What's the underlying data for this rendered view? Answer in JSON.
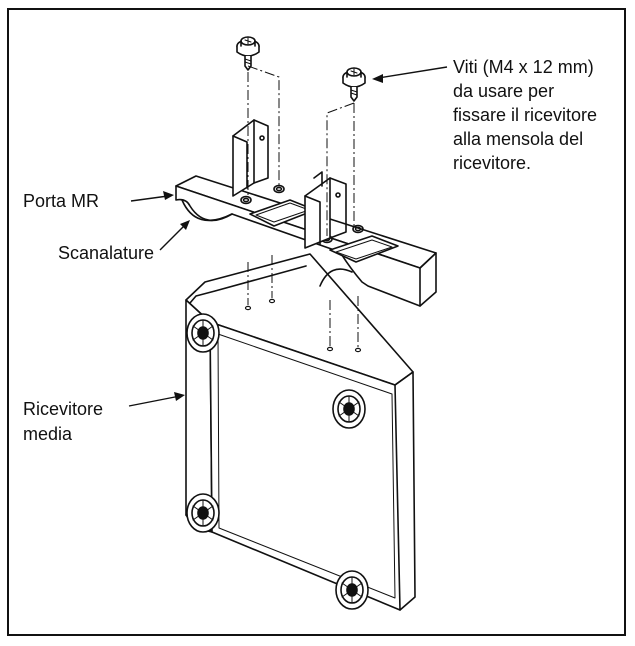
{
  "labels": {
    "porta_mr": "Porta MR",
    "scanalature": "Scanalature",
    "ricevitore_lines": [
      "Ricevitore",
      "media"
    ],
    "viti_lines": [
      "Viti (M4 x 12 mm)",
      "da usare per",
      "fissare il ricevitore",
      "alla mensola del",
      "ricevitore."
    ]
  },
  "colors": {
    "line": "#111111",
    "background": "#ffffff"
  }
}
